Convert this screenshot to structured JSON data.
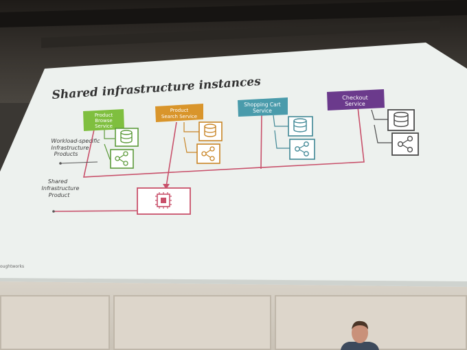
{
  "slide": {
    "title": "Shared infrastructure instances",
    "services": [
      {
        "label_line1": "Product",
        "label_line2": "Browse",
        "label_line3": "Service",
        "color": "#7fbf3f"
      },
      {
        "label_line1": "Product",
        "label_line2": "Search Service",
        "color": "#d9952b"
      },
      {
        "label_line1": "Shopping Cart",
        "label_line2": "Service",
        "color": "#4a9bab"
      },
      {
        "label_line1": "Checkout",
        "label_line2": "Service",
        "color": "#6b3a8c"
      }
    ],
    "annotations": {
      "workload_line1": "Workload-specific",
      "workload_line2": "Infrastructure",
      "workload_line3": "Products",
      "shared_line1": "Shared",
      "shared_line2": "Infrastructure",
      "shared_line3": "Product"
    },
    "footer_logo": "oughtworks",
    "shared_color": "#c8506a",
    "background": "#eef2ef"
  }
}
